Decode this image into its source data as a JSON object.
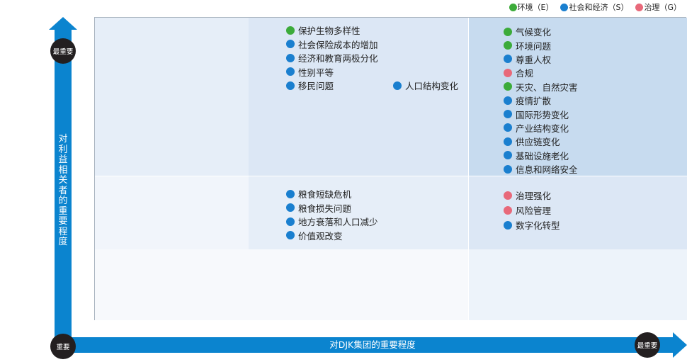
{
  "colors": {
    "environment": "#3cab3a",
    "social": "#1a7fcf",
    "governance": "#e8697a",
    "axis": "#0b84cf",
    "badge": "#231f20"
  },
  "legend": [
    {
      "label": "环境（E）",
      "color": "#3cab3a"
    },
    {
      "label": "社会和经济（S）",
      "color": "#1a7fcf"
    },
    {
      "label": "治理（G）",
      "color": "#e8697a"
    }
  ],
  "axes": {
    "y_label": "对利益相关者的重要程度",
    "x_label": "对DJK集团的重要程度",
    "badge_top": "最重要",
    "badge_origin": "重要",
    "badge_right": "最重要"
  },
  "groups": {
    "top_mid_left": [
      {
        "label": "保护生物多样性",
        "color": "#3cab3a"
      },
      {
        "label": "社会保险成本的增加",
        "color": "#1a7fcf"
      },
      {
        "label": "经济和教育两极分化",
        "color": "#1a7fcf"
      },
      {
        "label": "性别平等",
        "color": "#1a7fcf"
      },
      {
        "label": "移民问题",
        "color": "#1a7fcf"
      }
    ],
    "top_mid_right": [
      {
        "label": "人口结构变化",
        "color": "#1a7fcf"
      }
    ],
    "top_right": [
      {
        "label": "气候变化",
        "color": "#3cab3a"
      },
      {
        "label": "环境问题",
        "color": "#3cab3a"
      },
      {
        "label": "尊重人权",
        "color": "#1a7fcf"
      },
      {
        "label": "合规",
        "color": "#e8697a"
      },
      {
        "label": "天灾、自然灾害",
        "color": "#3cab3a"
      },
      {
        "label": "疫情扩散",
        "color": "#1a7fcf"
      },
      {
        "label": "国际形势变化",
        "color": "#1a7fcf"
      },
      {
        "label": "产业结构变化",
        "color": "#1a7fcf"
      },
      {
        "label": "供应链变化",
        "color": "#1a7fcf"
      },
      {
        "label": "基础设施老化",
        "color": "#1a7fcf"
      },
      {
        "label": "信息和网络安全",
        "color": "#1a7fcf"
      }
    ],
    "mid_mid": [
      {
        "label": "粮食短缺危机",
        "color": "#1a7fcf"
      },
      {
        "label": "粮食损失问题",
        "color": "#1a7fcf"
      },
      {
        "label": "地方衰落和人口减少",
        "color": "#1a7fcf"
      },
      {
        "label": "价值观改变",
        "color": "#1a7fcf"
      }
    ],
    "mid_right": [
      {
        "label": "治理强化",
        "color": "#e8697a"
      },
      {
        "label": "风险管理",
        "color": "#e8697a"
      },
      {
        "label": "数字化转型",
        "color": "#1a7fcf"
      }
    ]
  }
}
